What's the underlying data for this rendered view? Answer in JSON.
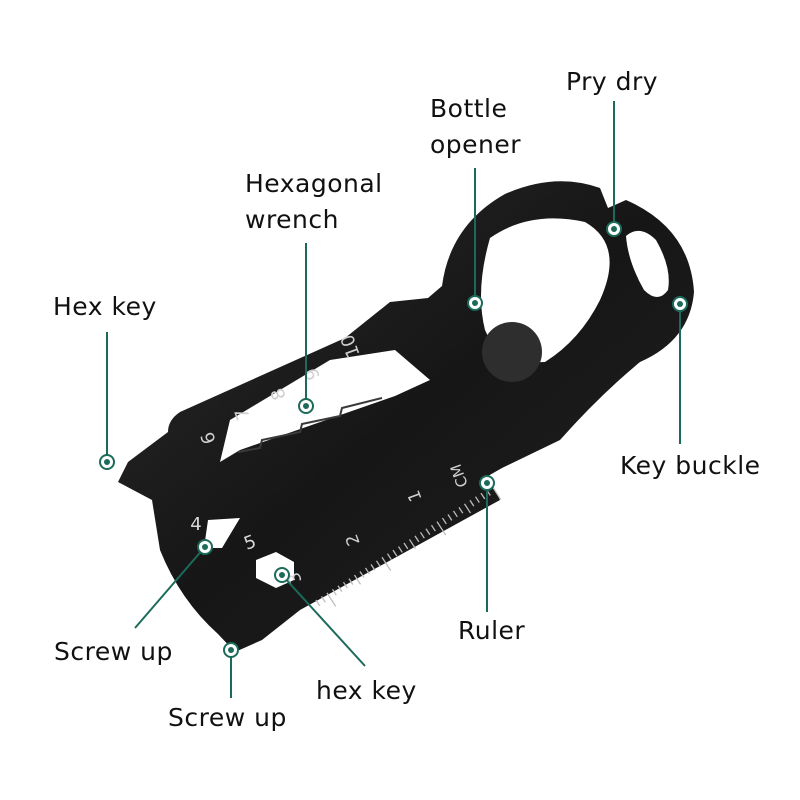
{
  "labels": {
    "pry_dry": "Pry dry",
    "bottle_opener_1": "Bottle",
    "bottle_opener_2": "opener",
    "hexagonal_wrench_1": "Hexagonal",
    "hexagonal_wrench_2": "wrench",
    "hex_key_top": "Hex key",
    "key_buckle": "Key buckle",
    "ruler": "Ruler",
    "screw_up_1": "Screw up",
    "screw_up_2": "Screw up",
    "hex_key_bottom": "hex key"
  },
  "wrench_numbers": [
    "6",
    "7",
    "8",
    "9",
    "10"
  ],
  "ruler_numbers": [
    "CM",
    "1",
    "2",
    "3"
  ],
  "hex_hole_numbers": [
    "4",
    "5"
  ],
  "colors": {
    "callout": "#1c6b5a",
    "tool": "#1a1a1a",
    "engraving": "#cfcfcf",
    "text": "#111111"
  }
}
